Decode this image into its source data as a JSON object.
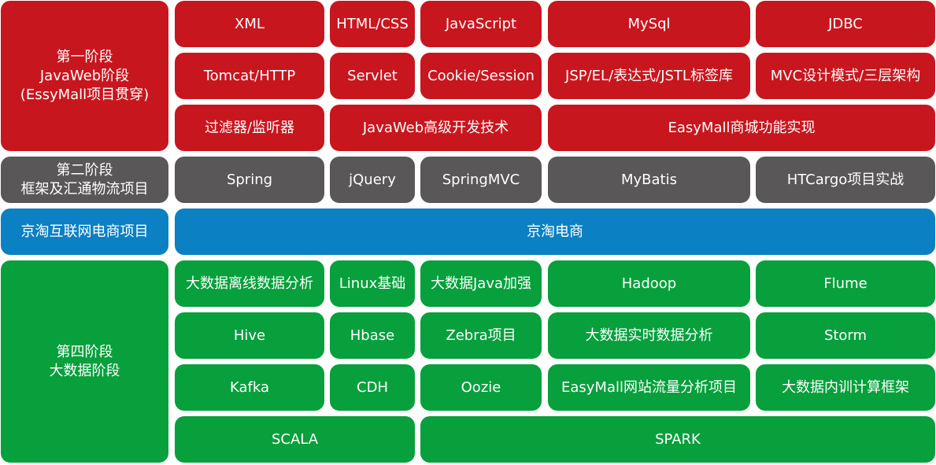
{
  "colors": {
    "stage1": "#c8161e",
    "stage2": "#595757",
    "stage3": "#0b80c3",
    "stage4": "#07a03c",
    "text": "#ffffff"
  },
  "stage1": {
    "title_lines": [
      "第一阶段",
      "JavaWeb阶段",
      "(EssyMall项目贯穿)"
    ],
    "row1": [
      "XML",
      "HTML/CSS",
      "JavaScript",
      "MySql",
      "JDBC"
    ],
    "row2": [
      "Tomcat/HTTP",
      "Servlet",
      "Cookie/Session",
      "JSP/EL/表达式/JSTL标签库",
      "MVC设计模式/三层架构"
    ],
    "row3": [
      "过滤器/监听器",
      "JavaWeb高级开发技术",
      "EasyMall商城功能实现"
    ]
  },
  "stage2": {
    "title_lines": [
      "第二阶段",
      "框架及汇通物流项目"
    ],
    "row1": [
      "Spring",
      "jQuery",
      "SpringMVC",
      "MyBatis",
      "HTCargo项目实战"
    ]
  },
  "stage3": {
    "title_lines": [
      "京淘互联网电商项目"
    ],
    "row1": [
      "京淘电商"
    ]
  },
  "stage4": {
    "title_lines": [
      "第四阶段",
      "大数据阶段"
    ],
    "row1": [
      "大数据离线数据分析",
      "Linux基础",
      "大数据Java加强",
      "Hadoop",
      "Flume"
    ],
    "row2": [
      "Hive",
      "Hbase",
      "Zebra项目",
      "大数据实时数据分析",
      "Storm"
    ],
    "row3": [
      "Kafka",
      "CDH",
      "Oozie",
      "EasyMall网站流量分析项目",
      "大数据内训计算框架"
    ],
    "row4": [
      "SCALA",
      "SPARK"
    ]
  }
}
